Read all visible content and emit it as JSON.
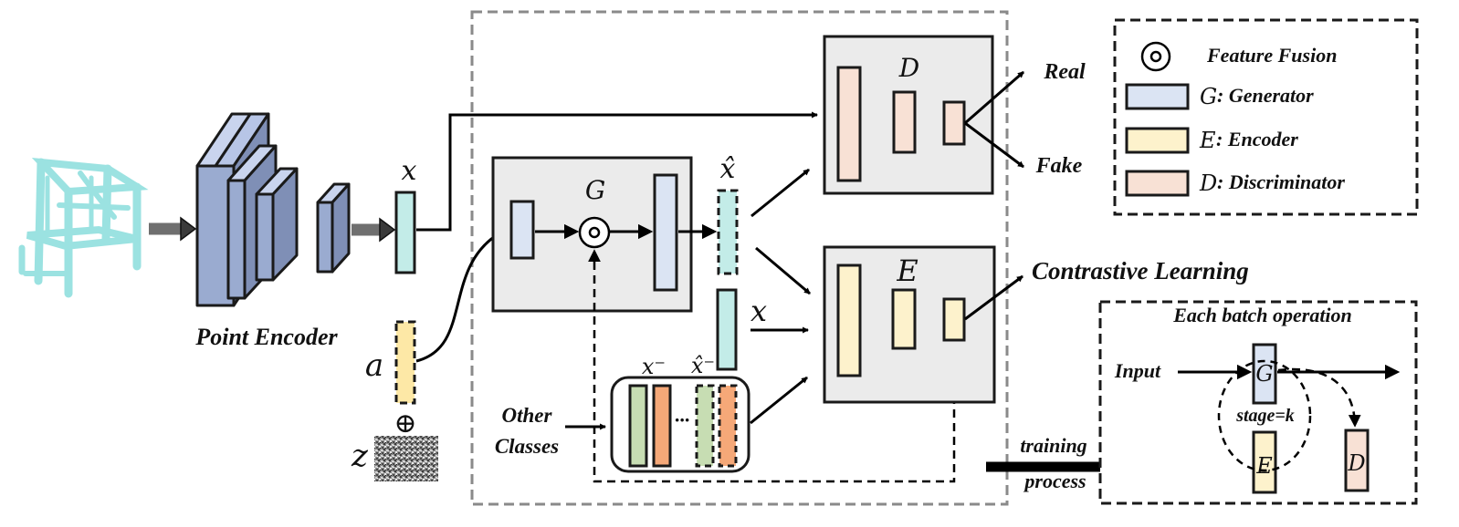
{
  "colors": {
    "generator": "#dbe4f3",
    "encoder": "#fdf2cc",
    "discriminator": "#f8e1d5",
    "feature": "#c3ece8",
    "attribute": "#fde8a6",
    "neg_green": "#c7ddb3",
    "neg_orange": "#f5a878",
    "encoder_block": "#9aabd0",
    "point_cloud": "#96e1e0",
    "panel_gray": "#e6e6e6",
    "gray_arrow": "#6f6f6f"
  },
  "labels": {
    "point_encoder": "Point Encoder",
    "x": "x",
    "a": "a",
    "z": "z",
    "oplus": "⊕",
    "odot": "⊙",
    "G": "G",
    "D": "D",
    "E": "E",
    "x_hat": "x̂",
    "x_right": "x",
    "x_neg": "x⁻",
    "x_hat_neg": "x̂⁻",
    "other_classes_1": "Other",
    "other_classes_2": "Classes",
    "real": "Real",
    "fake": "Fake",
    "contrastive": "Contrastive Learning",
    "training_1": "training",
    "training_2": "process",
    "dots": "···"
  },
  "legend": {
    "fusion": "Feature Fusion",
    "g_sym": "G",
    "g_text": ": Generator",
    "e_sym": "E",
    "e_text": ": Encoder",
    "d_sym": "D",
    "d_text": ": Discriminator"
  },
  "batch": {
    "title": "Each batch operation",
    "input": "Input",
    "G": "G",
    "E": "E",
    "D": "D",
    "stage": "stage=k"
  }
}
